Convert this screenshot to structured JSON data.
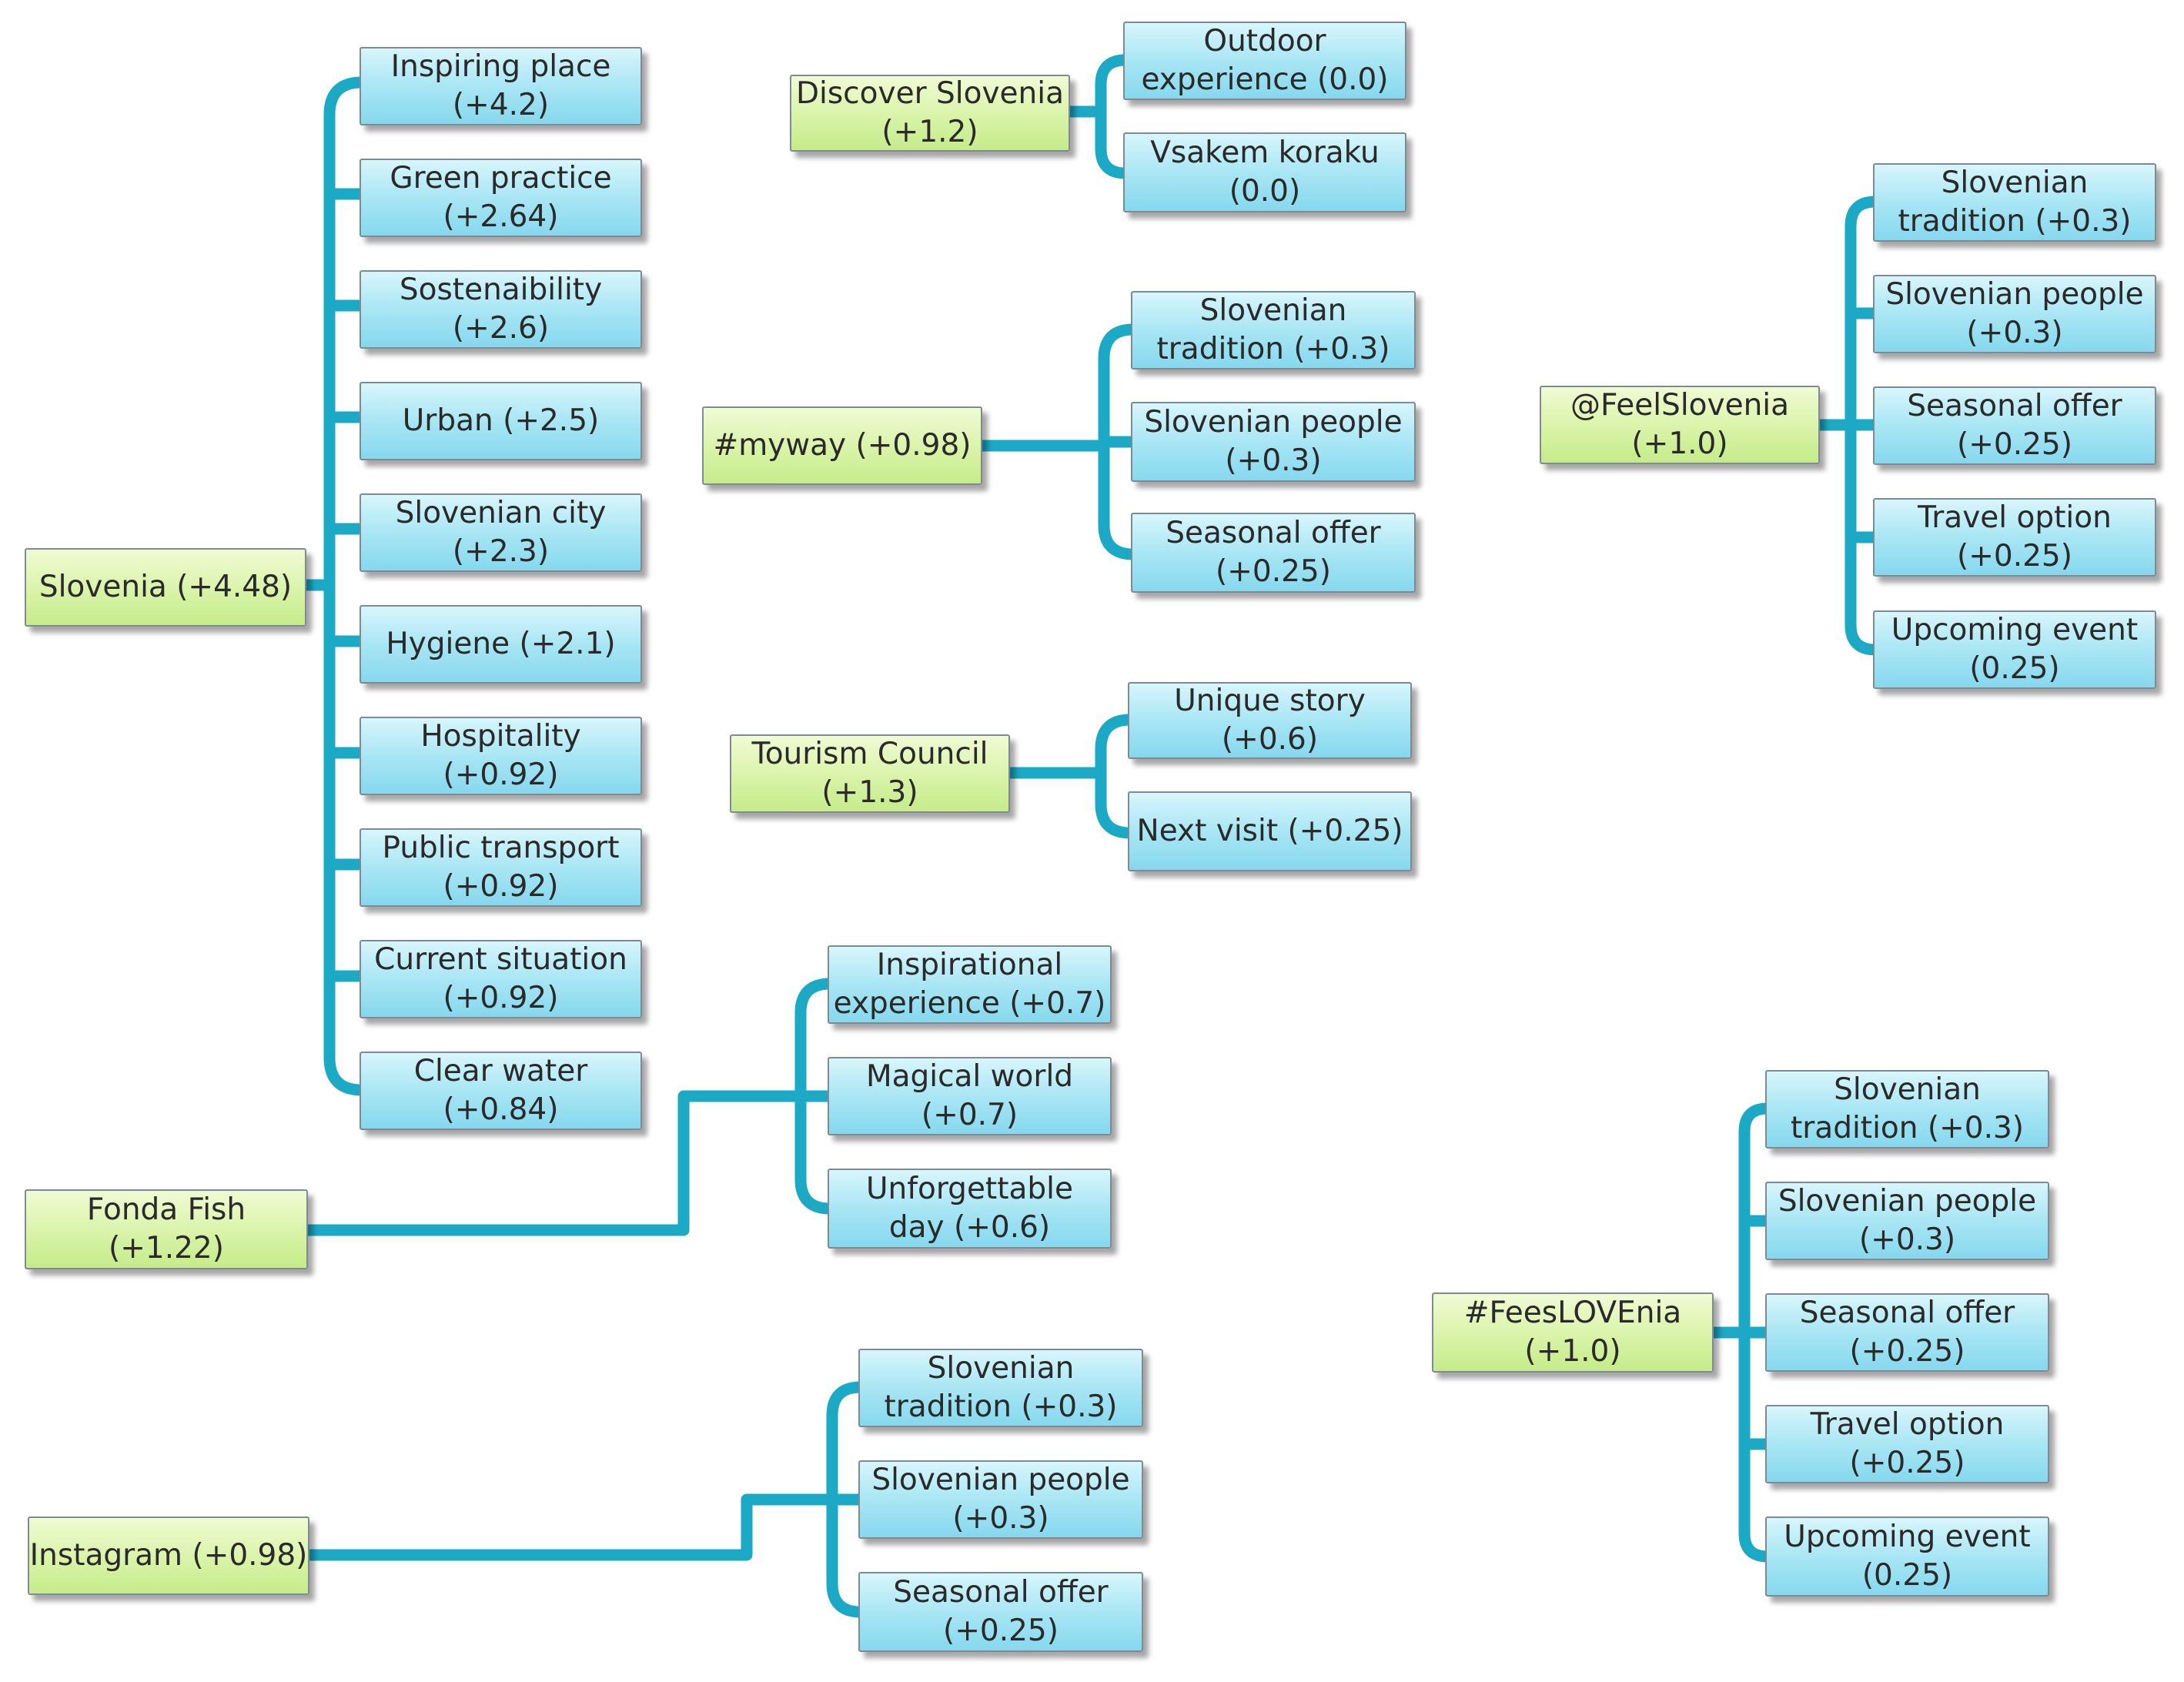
{
  "colors": {
    "root_fill": "#d9f3a8",
    "leaf_fill": "#a9e6f4",
    "connector": "#1ba9c6",
    "border": "#7f8a92"
  },
  "trees": [
    {
      "root": [
        "Slovenia (+4.48)"
      ],
      "children": [
        [
          "Inspiring place",
          "(+4.2)"
        ],
        [
          "Green practice",
          "(+2.64)"
        ],
        [
          "Sostenaibility",
          "(+2.6)"
        ],
        [
          "Urban (+2.5)"
        ],
        [
          "Slovenian city",
          "(+2.3)"
        ],
        [
          "Hygiene (+2.1)"
        ],
        [
          "Hospitality",
          "(+0.92)"
        ],
        [
          "Public transport",
          "(+0.92)"
        ],
        [
          "Current situation",
          "(+0.92)"
        ],
        [
          "Clear water",
          "(+0.84)"
        ]
      ]
    },
    {
      "root": [
        "Discover Slovenia",
        "(+1.2)"
      ],
      "children": [
        [
          "Outdoor",
          "experience (0.0)"
        ],
        [
          "Vsakem koraku",
          "(0.0)"
        ]
      ]
    },
    {
      "root": [
        "#myway (+0.98)"
      ],
      "children": [
        [
          "Slovenian",
          "tradition  (+0.3)"
        ],
        [
          "Slovenian people",
          "(+0.3)"
        ],
        [
          "Seasonal offer",
          "(+0.25)"
        ]
      ]
    },
    {
      "root": [
        "Tourism Council",
        "(+1.3)"
      ],
      "children": [
        [
          "Unique  story",
          "(+0.6)"
        ],
        [
          "Next visit (+0.25)"
        ]
      ]
    },
    {
      "root": [
        "@FeelSlovenia",
        "(+1.0)"
      ],
      "children": [
        [
          "Slovenian",
          "tradition  (+0.3)"
        ],
        [
          "Slovenian people",
          "(+0.3)"
        ],
        [
          "Seasonal offer",
          "(+0.25)"
        ],
        [
          "Travel option",
          "(+0.25)"
        ],
        [
          "Upcoming  event",
          "(0.25)"
        ]
      ]
    },
    {
      "root": [
        "Fonda Fish",
        "(+1.22)"
      ],
      "children": [
        [
          "Inspirational",
          "experience  (+0.7)"
        ],
        [
          "Magical world",
          "(+0.7)"
        ],
        [
          "Unforgettable",
          "day (+0.6)"
        ]
      ]
    },
    {
      "root": [
        "#FeesLOVEnia",
        "(+1.0)"
      ],
      "children": [
        [
          "Slovenian",
          "tradition  (+0.3)"
        ],
        [
          "Slovenian people",
          "(+0.3)"
        ],
        [
          "Seasonal offer",
          "(+0.25)"
        ],
        [
          "Travel option",
          "(+0.25)"
        ],
        [
          "Upcoming  event",
          "(0.25)"
        ]
      ]
    },
    {
      "root": [
        "Instagram (+0.98)"
      ],
      "children": [
        [
          "Slovenian",
          "tradition  (+0.3)"
        ],
        [
          "Slovenian people",
          "(+0.3)"
        ],
        [
          "Seasonal offer",
          "(+0.25)"
        ]
      ]
    }
  ]
}
